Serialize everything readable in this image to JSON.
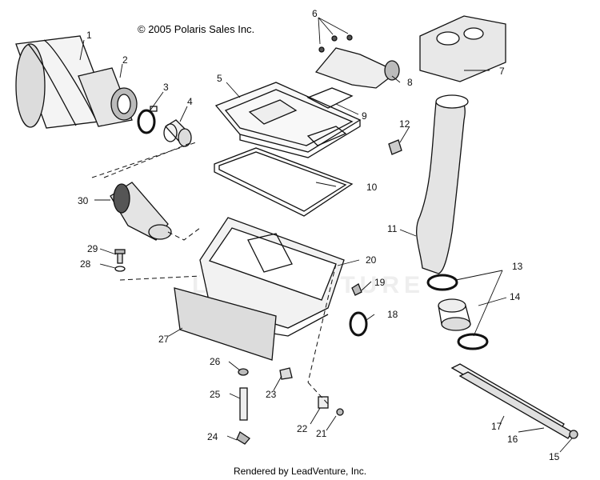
{
  "copyright": "© 2005 Polaris Sales Inc.",
  "footer": "Rendered by LeadVenture, Inc.",
  "watermark": "LEADVENTURE",
  "callouts": [
    "1",
    "2",
    "3",
    "4",
    "5",
    "6",
    "7",
    "8",
    "9",
    "10",
    "11",
    "12",
    "13",
    "14",
    "15",
    "16",
    "17",
    "18",
    "19",
    "20",
    "21",
    "22",
    "23",
    "24",
    "25",
    "26",
    "27",
    "28",
    "29",
    "30"
  ],
  "colors": {
    "line": "#111111",
    "fill": "#ffffff",
    "shade": "#888888"
  }
}
